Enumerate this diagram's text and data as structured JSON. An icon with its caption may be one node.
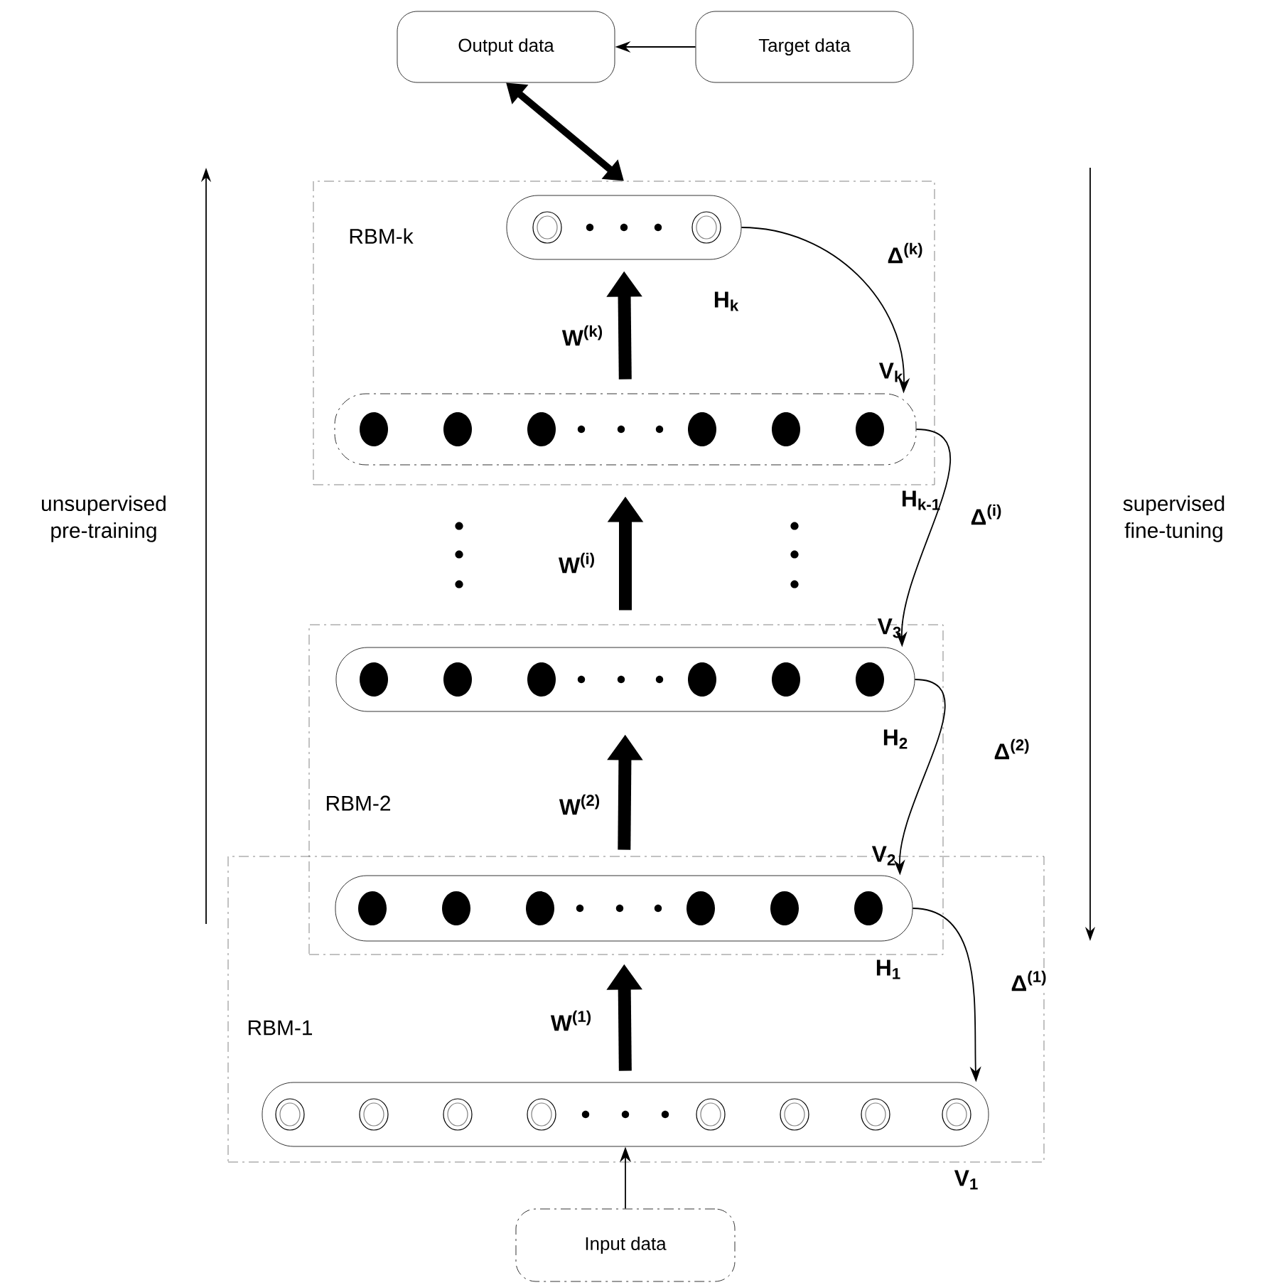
{
  "diagram": {
    "nodes": [
      {
        "text": [
          "Output data"
        ]
      },
      {
        "text": [
          "Target data"
        ]
      },
      {
        "text": [
          "RBM-k"
        ]
      },
      {
        "text": [],
        "shape": "bar",
        "in": 2,
        "beside": [
          "H$_{k}$"
        ]
      },
      {
        "text": [],
        "shape": "bar",
        "in": 2,
        "beside": [
          "V$_{k}$",
          "H$_{k-1}$"
        ]
      },
      {
        "text": [
          "RBM-2"
        ]
      },
      {
        "text": [],
        "shape": "bar",
        "in": 5,
        "beside": [
          "V$_{3}$",
          "H$_{2}$"
        ]
      },
      {
        "text": [
          "RBM-1"
        ]
      },
      {
        "text": [],
        "shape": "bar",
        "beside": [
          "V$_{2}$",
          "H$_{1}$"
        ]
      },
      {
        "text": [],
        "shape": "bar",
        "in": 7,
        "beside": [
          "V$_{1}$"
        ]
      },
      {
        "text": [
          "Input data"
        ]
      }
    ],
    "edges": [
      {
        "from": 1,
        "to": 0,
        "arrow": "to"
      },
      {
        "from": 0,
        "to": 2,
        "arrow": "both",
        "style": "thick"
      },
      {
        "from": 4,
        "to": 3,
        "arrow": "to",
        "style": "thick",
        "label": "W$^{(k)}$"
      },
      {
        "from": 6,
        "to": 4,
        "arrow": "to",
        "style": "thick",
        "label": "W$^{(i)}$"
      },
      {
        "from": 8,
        "to": 6,
        "arrow": "to",
        "style": "thick",
        "label": "W$^{(2)}$"
      },
      {
        "from": 9,
        "to": 8,
        "arrow": "to",
        "style": "thick",
        "label": "W$^{(1)}$"
      },
      {
        "from": 3,
        "to": 4,
        "arrow": "to",
        "label": "Δ$^{(k)}$"
      },
      {
        "from": 4,
        "to": 6,
        "arrow": "to",
        "label": "Δ$^{(i)}$"
      },
      {
        "from": 6,
        "to": 8,
        "arrow": "to",
        "label": "Δ$^{(2)}$"
      },
      {
        "from": 8,
        "to": 9,
        "arrow": "to",
        "label": "Δ$^{(1)}$"
      },
      {
        "from": 10,
        "to": 9,
        "arrow": "to"
      }
    ],
    "labels": [
      "unsupervised pre-training",
      "supervised fine-tuning"
    ]
  }
}
